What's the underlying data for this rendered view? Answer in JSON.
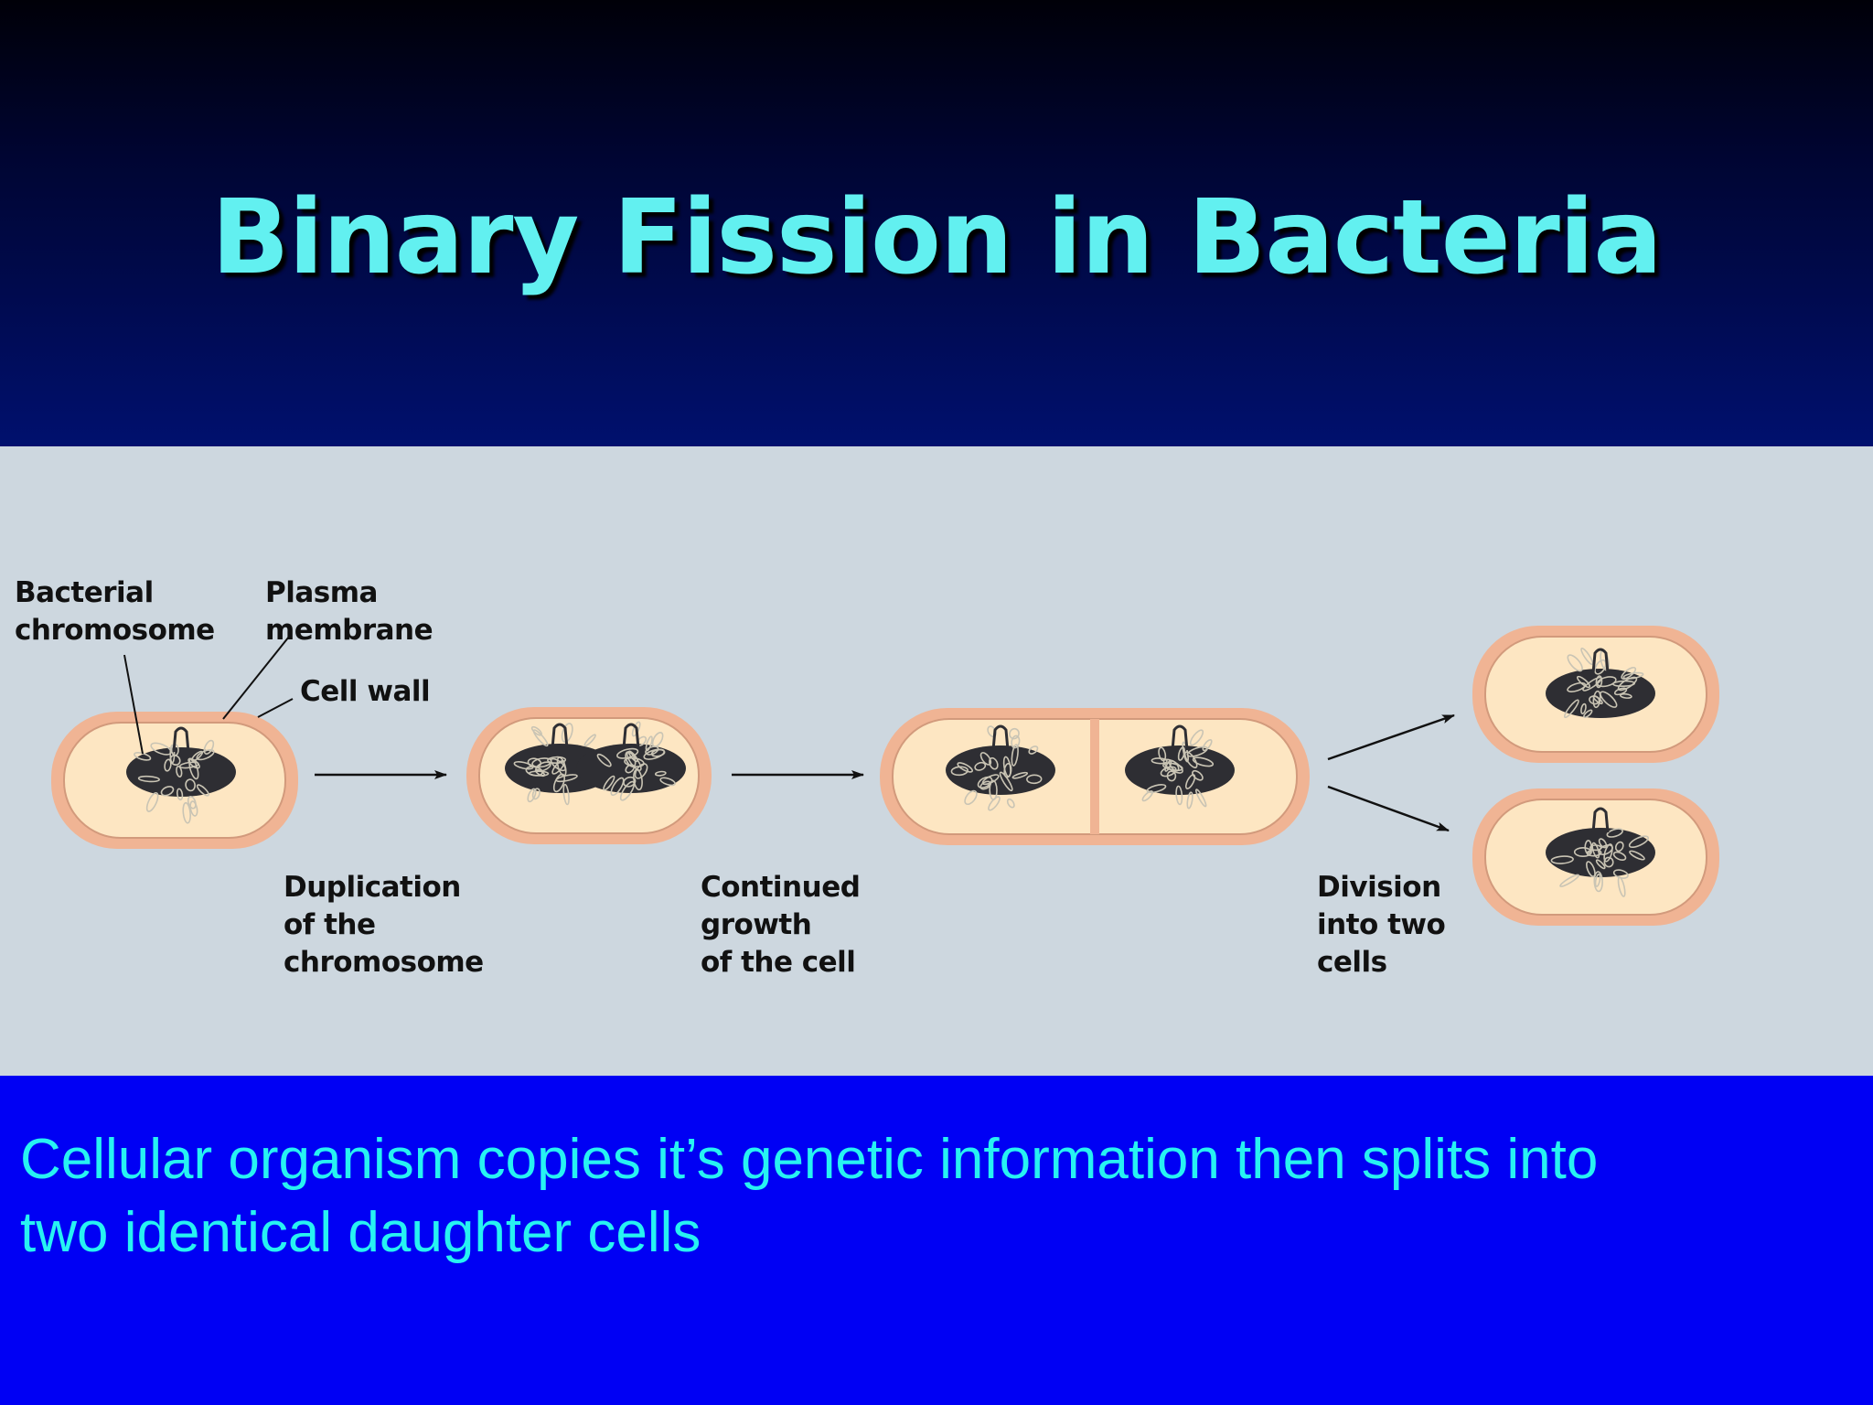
{
  "title": "Binary Fission in Bacteria",
  "labels": {
    "bacterial_chromosome": [
      "Bacterial",
      "chromosome"
    ],
    "plasma_membrane": [
      "Plasma",
      "membrane"
    ],
    "cell_wall": "Cell wall",
    "duplication": [
      "Duplication",
      "of the",
      "chromosome"
    ],
    "growth": [
      "Continued",
      "growth",
      "of the cell"
    ],
    "division": [
      "Division",
      "into two",
      "cells"
    ]
  },
  "caption": [
    "Cellular organism copies it’s genetic information then splits into",
    "two identical daughter cells"
  ],
  "colors": {
    "title_text": "#62f0f0",
    "caption_text": "#27f2f2",
    "caption_background": "#0000f4",
    "diagram_background": "#cdd7df",
    "cell_wall": "#f0b494",
    "cytoplasm": "#fde6c2",
    "chromosome": "#2e2e33"
  }
}
